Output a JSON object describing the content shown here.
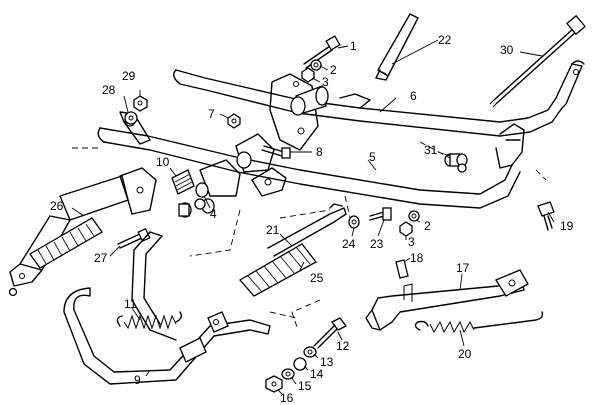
{
  "callouts": [
    {
      "id": "p1",
      "label": "1"
    },
    {
      "id": "p2a",
      "label": "2"
    },
    {
      "id": "p3a",
      "label": "3"
    },
    {
      "id": "p5",
      "label": "5"
    },
    {
      "id": "p6",
      "label": "6"
    },
    {
      "id": "p7",
      "label": "7"
    },
    {
      "id": "p8",
      "label": "8"
    },
    {
      "id": "p9",
      "label": "9"
    },
    {
      "id": "p10",
      "label": "10"
    },
    {
      "id": "p11",
      "label": "11"
    },
    {
      "id": "p12",
      "label": "12"
    },
    {
      "id": "p13",
      "label": "13"
    },
    {
      "id": "p14",
      "label": "14"
    },
    {
      "id": "p15",
      "label": "15"
    },
    {
      "id": "p16",
      "label": "16"
    },
    {
      "id": "p17",
      "label": "17"
    },
    {
      "id": "p18",
      "label": "18"
    },
    {
      "id": "p19",
      "label": "19"
    },
    {
      "id": "p20",
      "label": "20"
    },
    {
      "id": "p21",
      "label": "21"
    },
    {
      "id": "p22",
      "label": "22"
    },
    {
      "id": "p23",
      "label": "23"
    },
    {
      "id": "p24",
      "label": "24"
    },
    {
      "id": "p25",
      "label": "25"
    },
    {
      "id": "p26",
      "label": "26"
    },
    {
      "id": "p27",
      "label": "27"
    },
    {
      "id": "p28",
      "label": "28"
    },
    {
      "id": "p29",
      "label": "29"
    },
    {
      "id": "p30",
      "label": "30"
    },
    {
      "id": "p31",
      "label": "31"
    },
    {
      "id": "p4",
      "label": "4"
    },
    {
      "id": "p2b",
      "label": "2"
    },
    {
      "id": "p3b",
      "label": "3"
    }
  ]
}
